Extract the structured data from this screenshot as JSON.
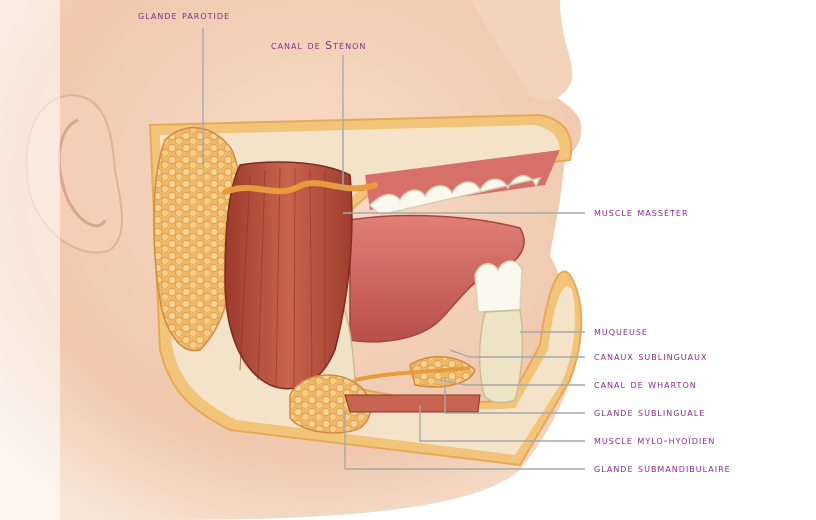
{
  "labels": {
    "glande_parotide": "glande parotide",
    "canal_stenon": "canal de Sténon",
    "muscle_masseter": "muscle masséter",
    "muqueuse": "muqueuse",
    "canaux_sublinguaux": "canaux sublinguaux",
    "canal_wharton": "canal de wharton",
    "glande_sublinguale": "glande sublinguale",
    "muscle_mylo_hyoidien": "muscle mylo-hyoïdien",
    "glande_submandibulaire": "glande submandibulaire"
  },
  "colors": {
    "label_text": "#8a2a90",
    "leader_line": "#a8a8a8",
    "skin": "#f0cdb3",
    "muscle": "#b94f3c",
    "gland": "#f2c07a",
    "tongue": "#d46a63",
    "bone": "#e9dcc0"
  }
}
